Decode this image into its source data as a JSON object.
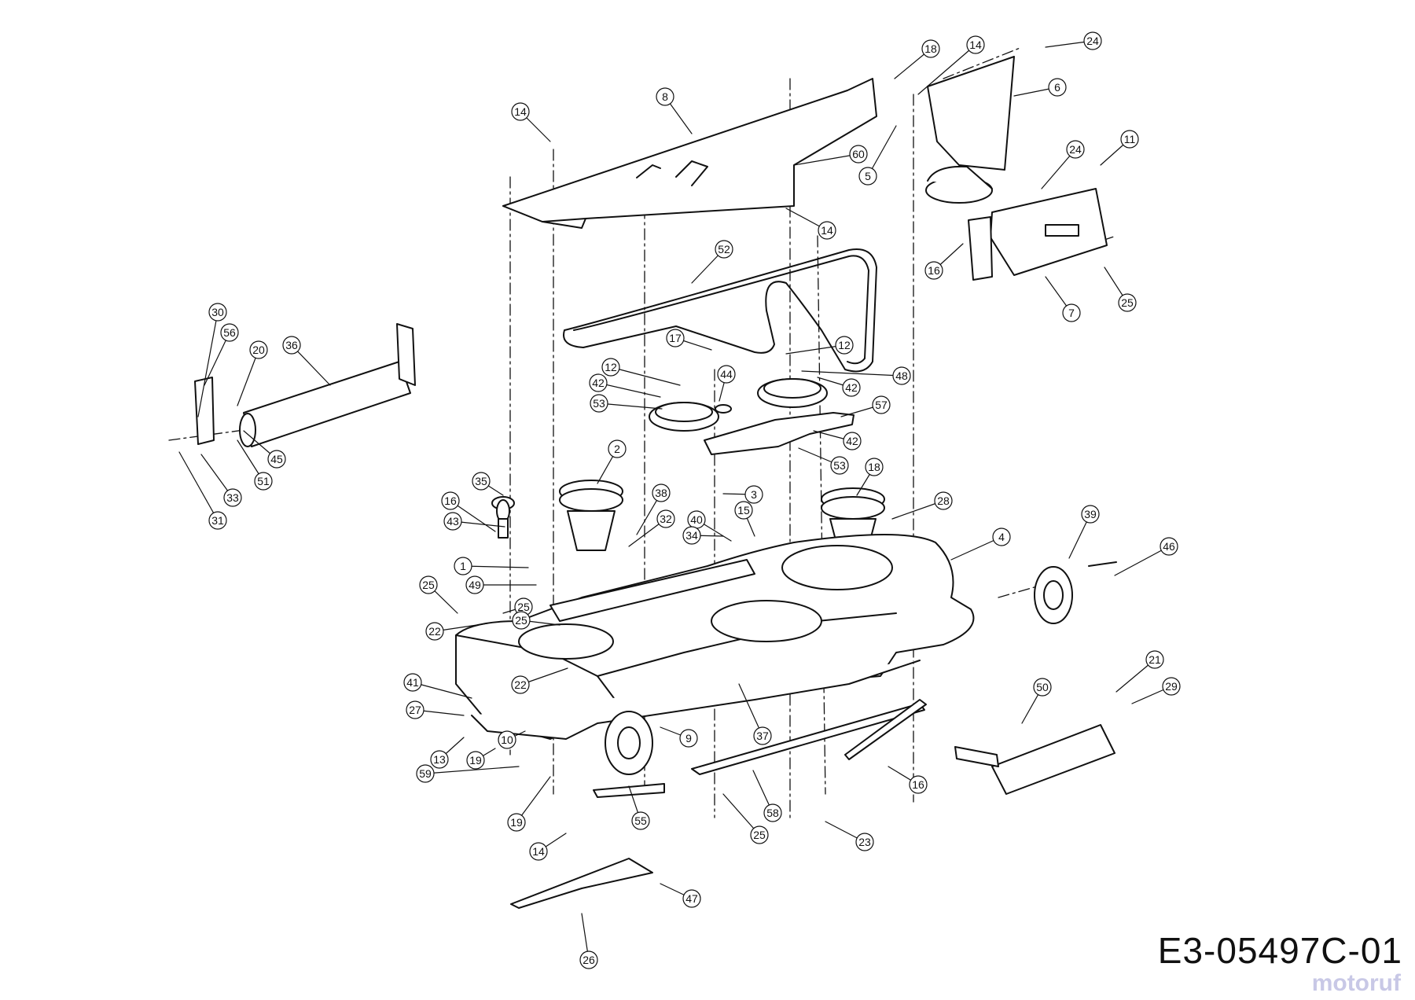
{
  "diagram": {
    "code": "E3-05497C-01",
    "watermark": "motoruf",
    "callouts": [
      {
        "num": "18"
      },
      {
        "num": "14"
      },
      {
        "num": "24"
      },
      {
        "num": "6"
      },
      {
        "num": "8"
      },
      {
        "num": "14"
      },
      {
        "num": "60"
      },
      {
        "num": "5"
      },
      {
        "num": "11"
      },
      {
        "num": "24"
      },
      {
        "num": "14"
      },
      {
        "num": "16"
      },
      {
        "num": "7"
      },
      {
        "num": "25"
      },
      {
        "num": "52"
      },
      {
        "num": "30"
      },
      {
        "num": "56"
      },
      {
        "num": "20"
      },
      {
        "num": "36"
      },
      {
        "num": "45"
      },
      {
        "num": "51"
      },
      {
        "num": "33"
      },
      {
        "num": "31"
      },
      {
        "num": "17"
      },
      {
        "num": "12"
      },
      {
        "num": "12"
      },
      {
        "num": "48"
      },
      {
        "num": "44"
      },
      {
        "num": "42"
      },
      {
        "num": "42"
      },
      {
        "num": "53"
      },
      {
        "num": "57"
      },
      {
        "num": "42"
      },
      {
        "num": "53"
      },
      {
        "num": "2"
      },
      {
        "num": "18"
      },
      {
        "num": "3"
      },
      {
        "num": "28"
      },
      {
        "num": "35"
      },
      {
        "num": "16"
      },
      {
        "num": "38"
      },
      {
        "num": "32"
      },
      {
        "num": "43"
      },
      {
        "num": "40"
      },
      {
        "num": "15"
      },
      {
        "num": "34"
      },
      {
        "num": "4"
      },
      {
        "num": "39"
      },
      {
        "num": "46"
      },
      {
        "num": "1"
      },
      {
        "num": "49"
      },
      {
        "num": "25"
      },
      {
        "num": "25"
      },
      {
        "num": "22"
      },
      {
        "num": "25"
      },
      {
        "num": "22"
      },
      {
        "num": "41"
      },
      {
        "num": "27"
      },
      {
        "num": "21"
      },
      {
        "num": "29"
      },
      {
        "num": "50"
      },
      {
        "num": "9"
      },
      {
        "num": "37"
      },
      {
        "num": "13"
      },
      {
        "num": "10"
      },
      {
        "num": "19"
      },
      {
        "num": "59"
      },
      {
        "num": "16"
      },
      {
        "num": "19"
      },
      {
        "num": "55"
      },
      {
        "num": "25"
      },
      {
        "num": "58"
      },
      {
        "num": "14"
      },
      {
        "num": "23"
      },
      {
        "num": "47"
      },
      {
        "num": "26"
      }
    ]
  }
}
